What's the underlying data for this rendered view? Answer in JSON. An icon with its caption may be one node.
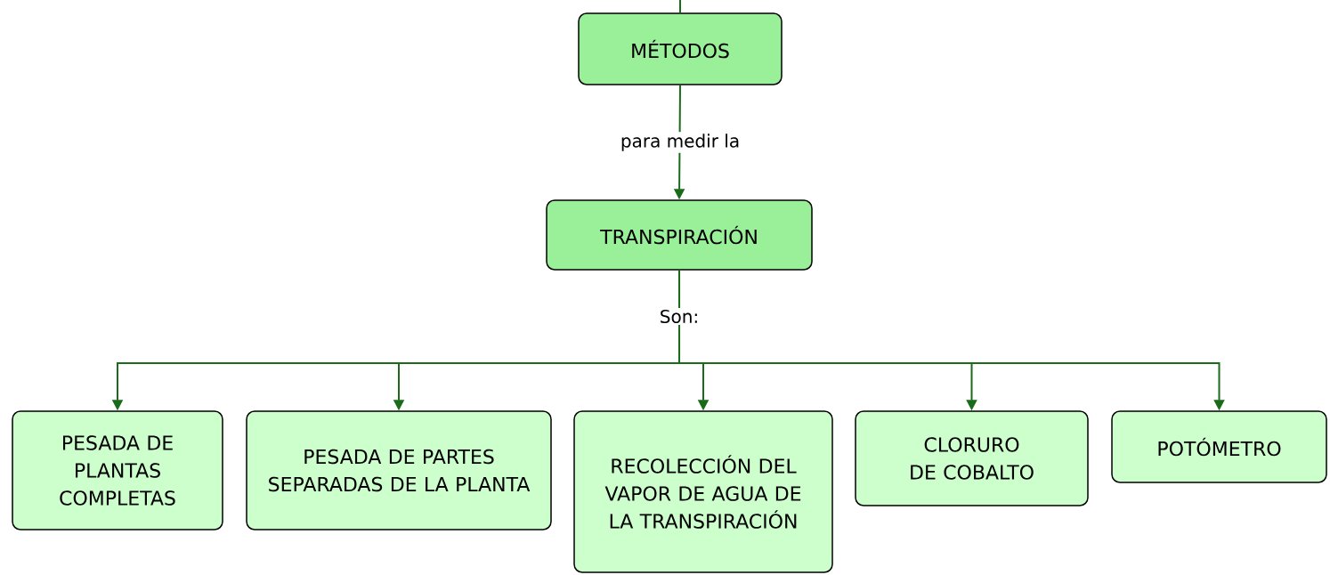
{
  "diagram": {
    "nodes": [
      {
        "text": [
          "MÉTODOS"
        ]
      },
      {
        "text": [
          "TRANSPIRACIÓN"
        ]
      },
      {
        "text": [
          "PESADA DE PLANTAS COMPLETAS"
        ]
      },
      {
        "text": [
          "PESADA DE PARTES SEPARADAS DE LA PLANTA"
        ]
      },
      {
        "text": [
          "RECOLECCIÓN DEL VAPOR DE AGUA DE LA TRANSPIRACIÓN"
        ]
      },
      {
        "text": [
          "CLORURO DE COBALTO"
        ]
      },
      {
        "text": [
          "POTÓMETRO"
        ]
      }
    ],
    "edges": [
      {
        "from": null,
        "to": 0,
        "arrow": "none"
      },
      {
        "from": 0,
        "to": 1,
        "arrow": "to",
        "label": "para medir la"
      },
      {
        "from": 1,
        "to": 2,
        "arrow": "to"
      },
      {
        "from": 1,
        "to": 3,
        "arrow": "to"
      },
      {
        "from": 1,
        "to": 4,
        "arrow": "to",
        "label": "Son:"
      },
      {
        "from": 1,
        "to": 5,
        "arrow": "to"
      },
      {
        "from": 1,
        "to": 6,
        "arrow": "to"
      }
    ]
  }
}
